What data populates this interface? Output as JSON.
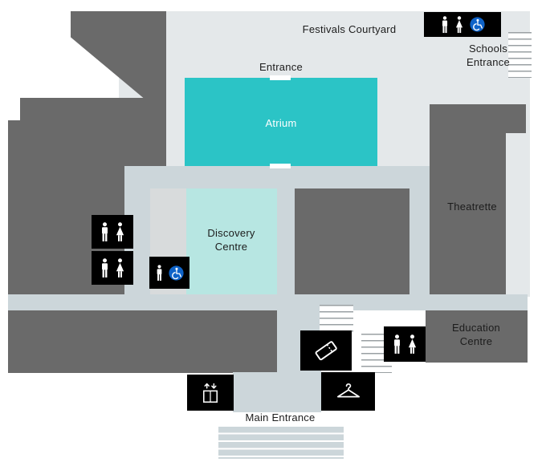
{
  "map": {
    "labels": {
      "festivals_courtyard": "Festivals Courtyard",
      "schools_entrance": [
        "Schools",
        "Entrance"
      ],
      "entrance": "Entrance",
      "atrium": "Atrium",
      "discovery_centre": [
        "Discovery",
        "Centre"
      ],
      "theatrette": "Theatrette",
      "education_centre": [
        "Education",
        "Centre"
      ],
      "main_entrance": "Main Entrance"
    },
    "facilities": {
      "courtyard_toilets": [
        "male-toilet",
        "female-toilet",
        "accessible-toilet"
      ],
      "west_toilets_upper": [
        "male-toilet",
        "female-toilet"
      ],
      "west_toilets_lower": [
        "male-toilet",
        "female-toilet"
      ],
      "central_accessible_toilet": [
        "toilet",
        "accessible-toilet"
      ],
      "east_toilets": [
        "male-toilet",
        "female-toilet"
      ],
      "ticketing": [
        "ticket"
      ],
      "lift": [
        "lift"
      ],
      "cloakroom": [
        "coat-hanger"
      ]
    },
    "stairs": [
      "schools-entrance-stairs",
      "central-stairs",
      "east-stairs",
      "main-entrance-steps"
    ],
    "colors": {
      "building": "#6a6a6a",
      "courtyard": "#e4e8ea",
      "corridor": "#ccd6da",
      "atrium": "#2bc4c6",
      "discovery_centre": "#b7e6e2",
      "side_room": "#d8dbdc",
      "sign_background": "#000000",
      "accessible_blue": "#0f63c8",
      "label_text": "#1c1c1c",
      "atrium_label_text": "#ffffff"
    }
  }
}
